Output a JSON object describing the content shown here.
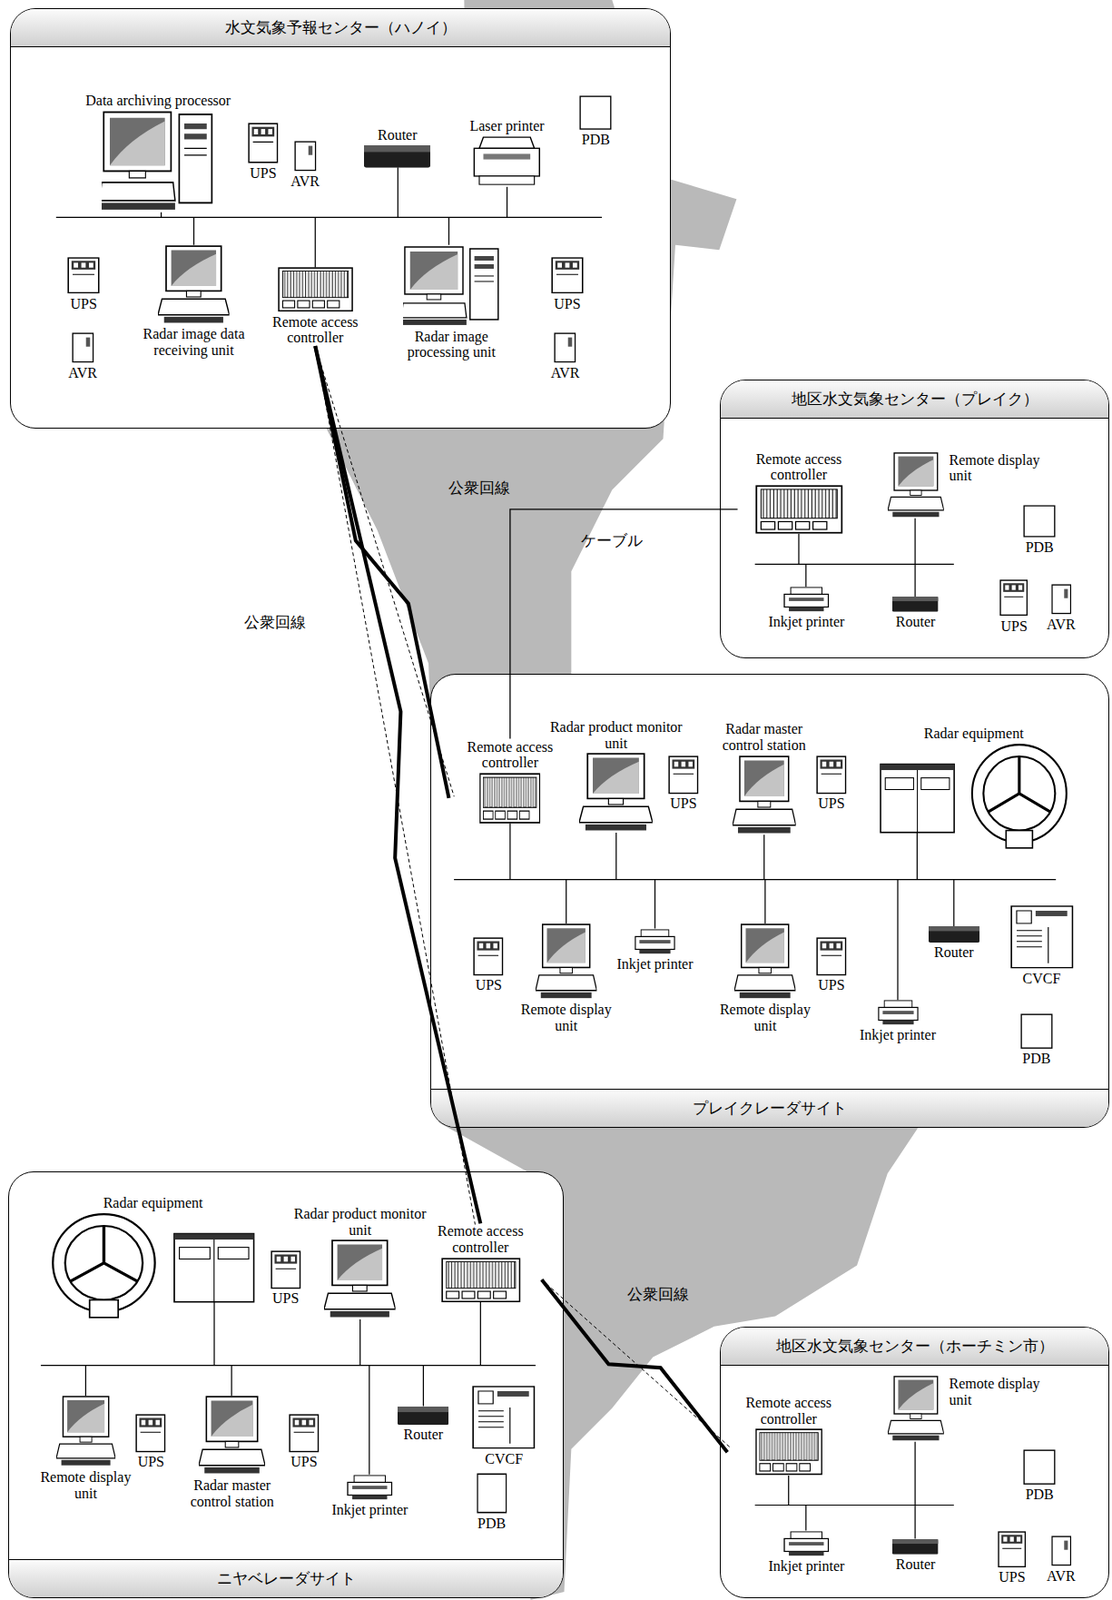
{
  "diagram": {
    "nodes": [
      {
        "text": [
          "水文気象予報センター（ハノイ）"
        ]
      },
      {
        "text": [
          "Data archiving processor"
        ],
        "in": 0
      },
      {
        "text": [
          "UPS"
        ],
        "in": 0
      },
      {
        "text": [
          "AVR"
        ],
        "in": 0
      },
      {
        "text": [
          "Router"
        ],
        "in": 0
      },
      {
        "text": [
          "Laser printer"
        ],
        "in": 0
      },
      {
        "text": [
          "PDB"
        ],
        "in": 0
      },
      {
        "text": [
          "UPS"
        ],
        "in": 0
      },
      {
        "text": [
          "AVR"
        ],
        "in": 0
      },
      {
        "text": [
          "Radar image data receiving unit"
        ],
        "in": 0
      },
      {
        "text": [
          "Remote access controller"
        ],
        "in": 0
      },
      {
        "text": [
          "Radar image processing unit"
        ],
        "in": 0
      },
      {
        "text": [
          "UPS"
        ],
        "in": 0
      },
      {
        "text": [
          "AVR"
        ],
        "in": 0
      },
      {
        "text": [
          "地区水文気象センター（プレイク）"
        ]
      },
      {
        "text": [
          "Remote access controller"
        ],
        "in": 14
      },
      {
        "text": [
          "Remote display unit"
        ],
        "in": 14
      },
      {
        "text": [
          "PDB"
        ],
        "in": 14
      },
      {
        "text": [
          "Inkjet printer"
        ],
        "in": 14
      },
      {
        "text": [
          "Router"
        ],
        "in": 14
      },
      {
        "text": [
          "UPS"
        ],
        "in": 14
      },
      {
        "text": [
          "AVR"
        ],
        "in": 14
      },
      {
        "text": [
          "プレイクレーダサイト"
        ]
      },
      {
        "text": [
          "Remote access controller"
        ],
        "in": 22
      },
      {
        "text": [
          "Radar product monitor unit"
        ],
        "in": 22
      },
      {
        "text": [
          "UPS"
        ],
        "in": 22
      },
      {
        "text": [
          "Radar master control station"
        ],
        "in": 22
      },
      {
        "text": [
          "UPS"
        ],
        "in": 22
      },
      {
        "text": [
          "Radar equipment"
        ],
        "in": 22
      },
      {
        "text": [
          "UPS"
        ],
        "in": 22
      },
      {
        "text": [
          "Remote display unit"
        ],
        "in": 22
      },
      {
        "text": [
          "Inkjet printer"
        ],
        "in": 22
      },
      {
        "text": [
          "Remote display unit"
        ],
        "in": 22
      },
      {
        "text": [
          "UPS"
        ],
        "in": 22
      },
      {
        "text": [
          "Router"
        ],
        "in": 22
      },
      {
        "text": [
          "CVCF"
        ],
        "in": 22
      },
      {
        "text": [
          "Inkjet printer"
        ],
        "in": 22
      },
      {
        "text": [
          "PDB"
        ],
        "in": 22
      },
      {
        "text": [
          "ニヤベレーダサイト"
        ]
      },
      {
        "text": [
          "Radar equipment"
        ],
        "in": 38
      },
      {
        "text": [
          "UPS"
        ],
        "in": 38
      },
      {
        "text": [
          "Radar product monitor unit"
        ],
        "in": 38
      },
      {
        "text": [
          "Remote access controller"
        ],
        "in": 38
      },
      {
        "text": [
          "Remote display unit"
        ],
        "in": 38
      },
      {
        "text": [
          "UPS"
        ],
        "in": 38
      },
      {
        "text": [
          "Radar master control station"
        ],
        "in": 38
      },
      {
        "text": [
          "UPS"
        ],
        "in": 38
      },
      {
        "text": [
          "Router"
        ],
        "in": 38
      },
      {
        "text": [
          "CVCF"
        ],
        "in": 38
      },
      {
        "text": [
          "Inkjet printer"
        ],
        "in": 38
      },
      {
        "text": [
          "PDB"
        ],
        "in": 38
      },
      {
        "text": [
          "地区水文気象センター（ホーチミン市）"
        ]
      },
      {
        "text": [
          "Remote access controller"
        ],
        "in": 51
      },
      {
        "text": [
          "Remote display unit"
        ],
        "in": 51
      },
      {
        "text": [
          "PDB"
        ],
        "in": 51
      },
      {
        "text": [
          "Inkjet printer"
        ],
        "in": 51
      },
      {
        "text": [
          "Router"
        ],
        "in": 51
      },
      {
        "text": [
          "UPS"
        ],
        "in": 51
      },
      {
        "text": [
          "AVR"
        ],
        "in": 51
      }
    ],
    "edges": [
      {
        "from": 10,
        "to": 23,
        "arrow": "none"
      },
      {
        "from": 10,
        "to": 42,
        "arrow": "none"
      },
      {
        "from": 15,
        "to": 23,
        "arrow": "none"
      },
      {
        "from": 42,
        "to": 52,
        "arrow": "none"
      }
    ],
    "labels": [
      "公衆回線",
      "ケーブル",
      "公衆回線",
      "公衆回線"
    ]
  }
}
